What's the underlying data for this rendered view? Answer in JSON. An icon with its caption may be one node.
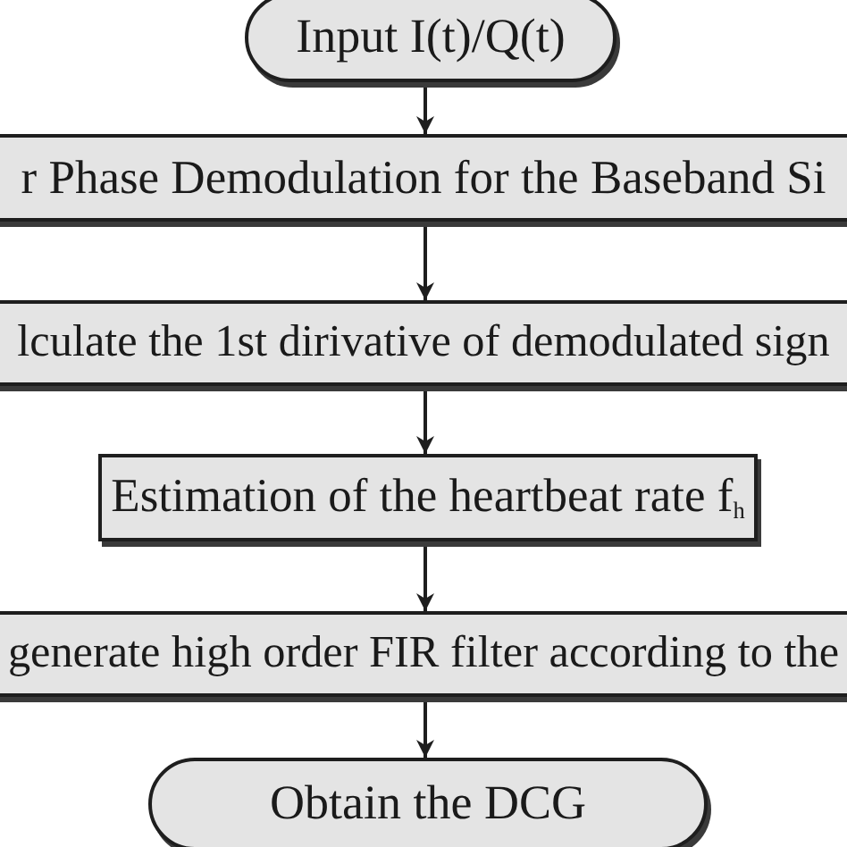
{
  "diagram": {
    "nodes": [
      {
        "text": [
          "Input I(t)/Q(t)"
        ]
      },
      {
        "text": [
          "r Phase Demodulation for the Baseband Si"
        ]
      },
      {
        "text": [
          "lculate the 1st dirivative of demodulated sign"
        ]
      },
      {
        "text": [
          "Estimation of the heartbeat rate f$_{h}$"
        ]
      },
      {
        "text": [
          "generate high order FIR filter according to the"
        ]
      },
      {
        "text": [
          "Obtain the DCG"
        ]
      }
    ],
    "edges": [
      {
        "from": 0,
        "to": 1,
        "arrow": "to"
      },
      {
        "from": 1,
        "to": 2,
        "arrow": "to"
      },
      {
        "from": 2,
        "to": 3,
        "arrow": "to"
      },
      {
        "from": 3,
        "to": 4,
        "arrow": "to"
      },
      {
        "from": 4,
        "to": 5,
        "arrow": "to"
      }
    ]
  }
}
